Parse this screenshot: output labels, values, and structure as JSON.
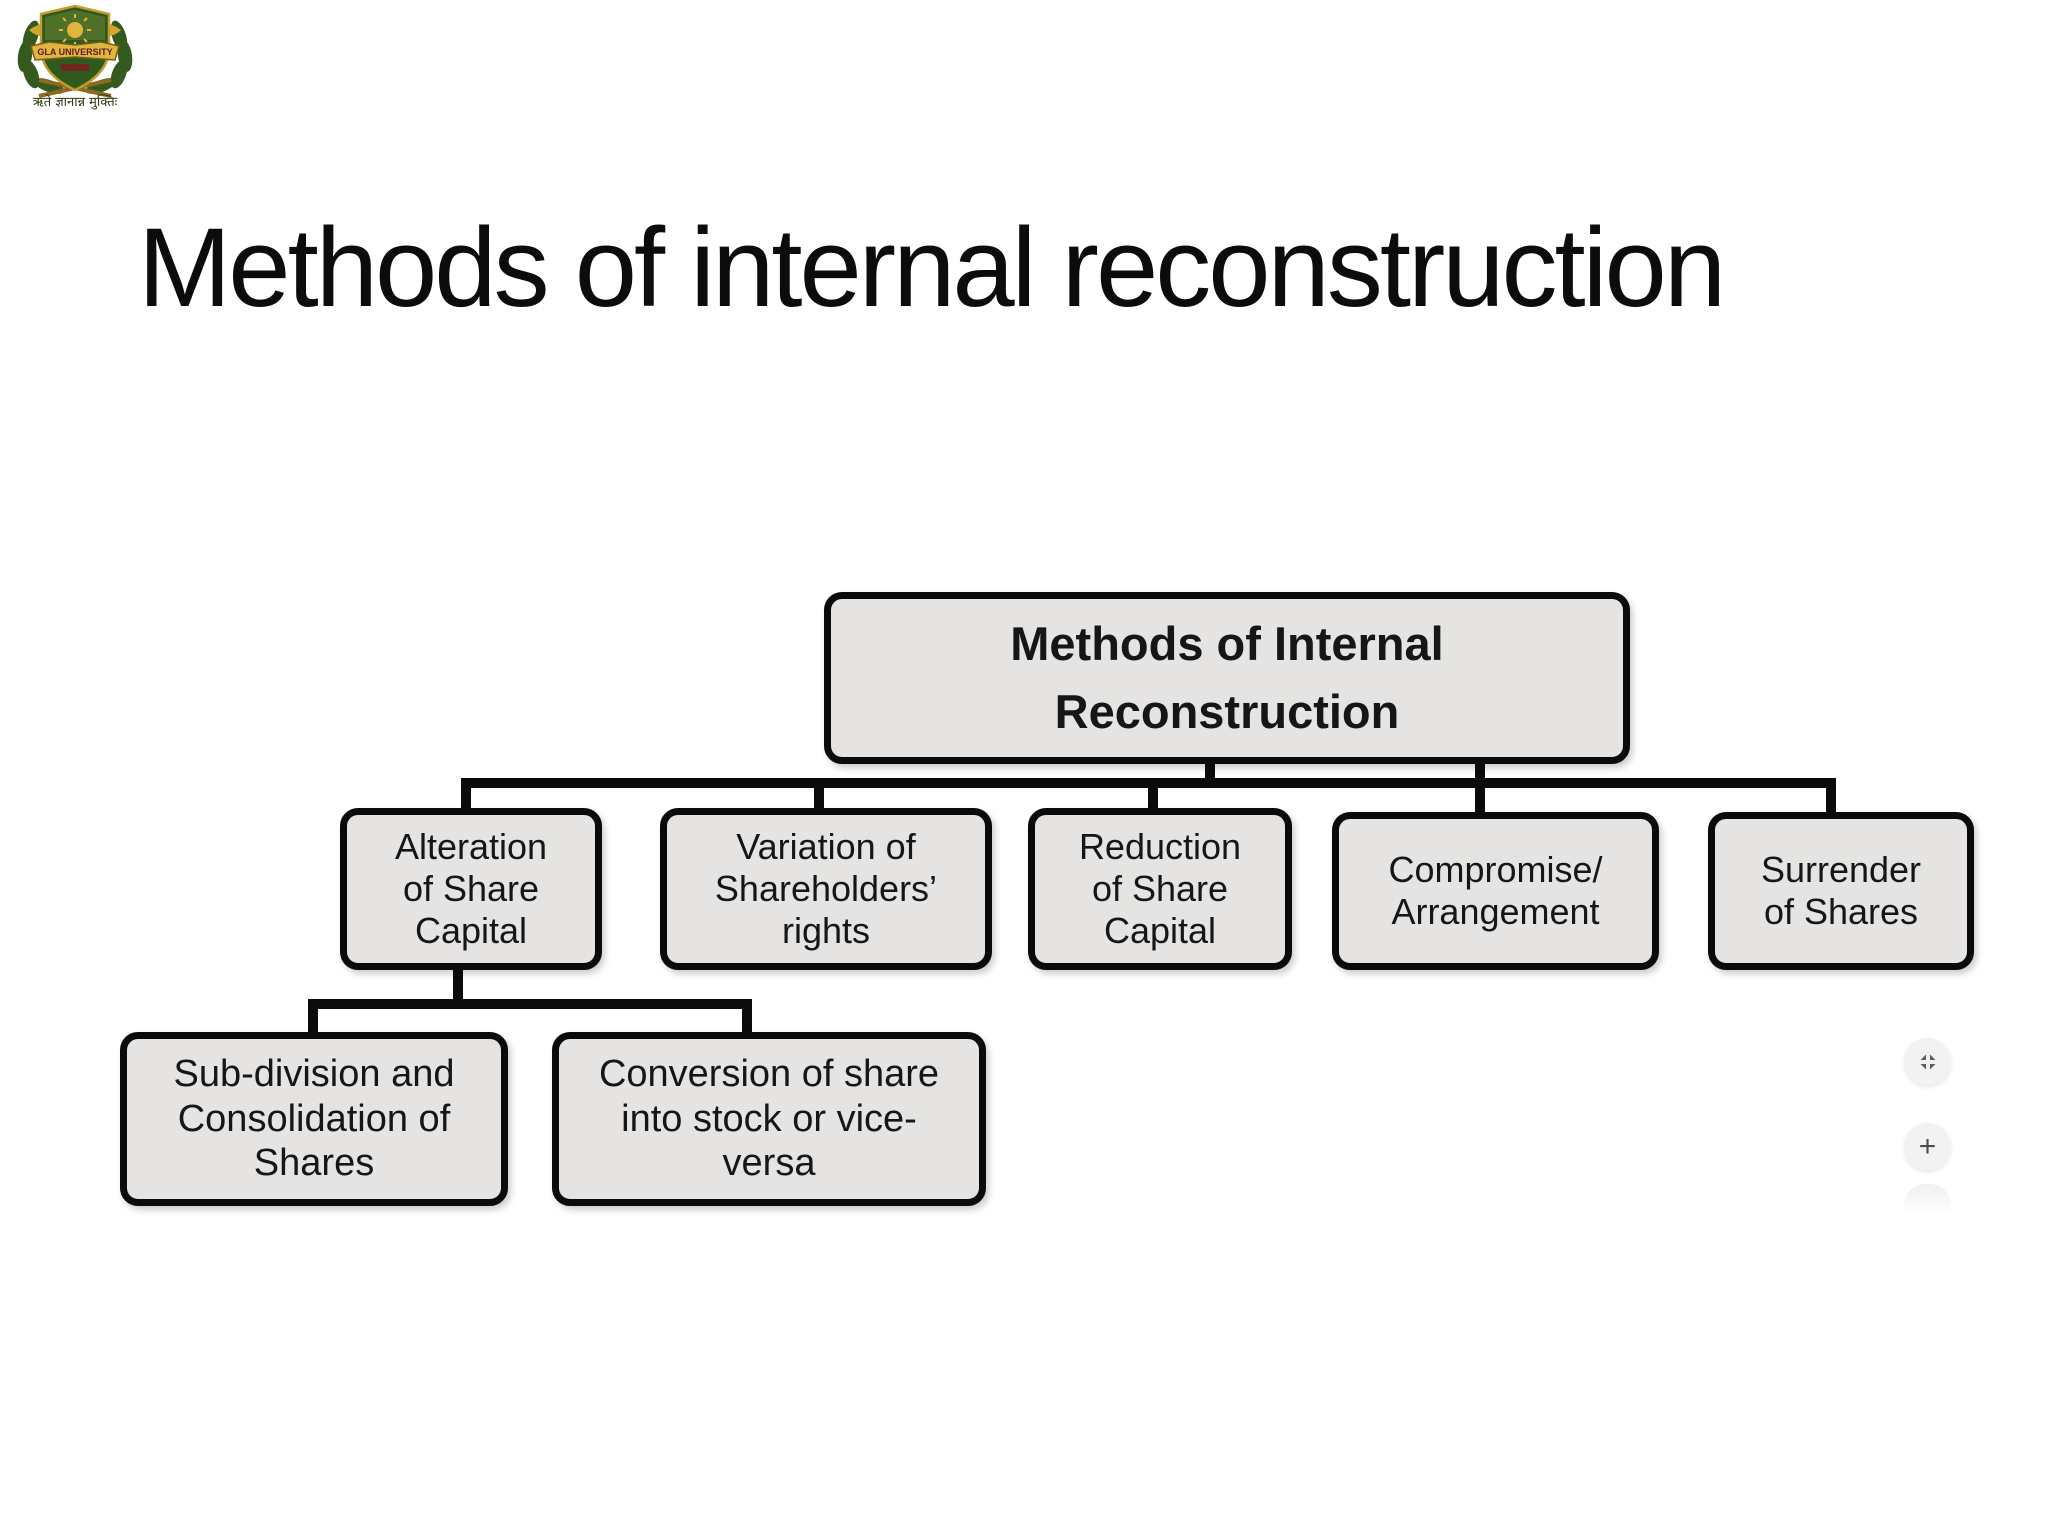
{
  "logo": {
    "banner_text": "GLA UNIVERSITY",
    "motto": "ऋते ज्ञानान्न मुक्तिः"
  },
  "slide": {
    "title": "Methods of internal reconstruction"
  },
  "diagram": {
    "root": {
      "label": "Methods of Internal\nReconstruction"
    },
    "level1": [
      {
        "label": "Alteration\nof Share\nCapital"
      },
      {
        "label": "Variation of\nShareholders’\nrights"
      },
      {
        "label": "Reduction\nof Share\nCapital"
      },
      {
        "label": "Compromise/\nArrangement"
      },
      {
        "label": "Surrender\nof Shares"
      }
    ],
    "level2": [
      {
        "label": "Sub-division and\nConsolidation of\nShares"
      },
      {
        "label": "Conversion of share\ninto stock or vice-\nversa"
      }
    ]
  },
  "colors": {
    "box_fill": "#e5e4e2",
    "box_border": "#0b0b0b",
    "connector": "#0b0b0b",
    "accent_connector": "#2b4a78"
  },
  "viewer": {
    "zoom_in_glyph": "+"
  }
}
